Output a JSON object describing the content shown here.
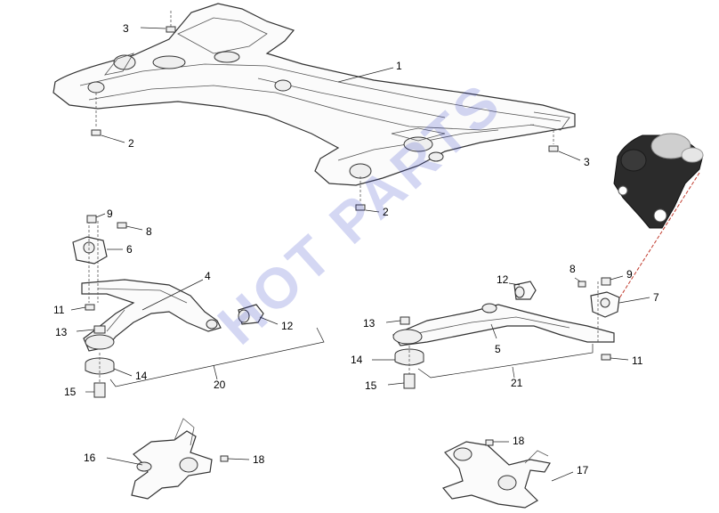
{
  "watermark": "HOT PARTS",
  "callouts": {
    "c1": "1",
    "c2a": "2",
    "c2b": "2",
    "c3a": "3",
    "c3b": "3",
    "c4": "4",
    "c5": "5",
    "c6": "6",
    "c7": "7",
    "c8a": "8",
    "c8b": "8",
    "c9a": "9",
    "c9b": "9",
    "c11a": "11",
    "c11b": "11",
    "c12a": "12",
    "c12b": "12",
    "c13a": "13",
    "c13b": "13",
    "c14a": "14",
    "c14b": "14",
    "c15a": "15",
    "c15b": "15",
    "c16": "16",
    "c17": "17",
    "c18a": "18",
    "c18b": "18",
    "c20": "20",
    "c21": "21"
  }
}
